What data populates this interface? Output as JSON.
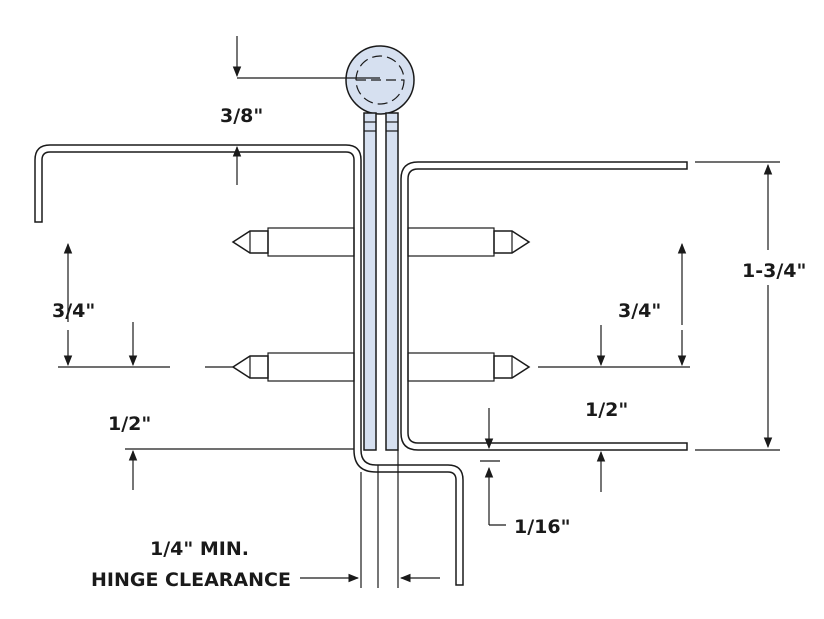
{
  "diagram": {
    "labels": {
      "top_gap": "3/8\"",
      "left_screw_spacing": "3/4\"",
      "right_screw_spacing": "3/4\"",
      "left_edge_distance": "1/2\"",
      "right_edge_distance": "1/2\"",
      "door_thickness": "1-3/4\"",
      "bottom_gap": "1/16\"",
      "clearance_line1": "1/4\" MIN.",
      "clearance_line2": "HINGE CLEARANCE"
    },
    "colors": {
      "hinge_fill": "#d6e0f0",
      "line": "#1a1a1a"
    }
  }
}
